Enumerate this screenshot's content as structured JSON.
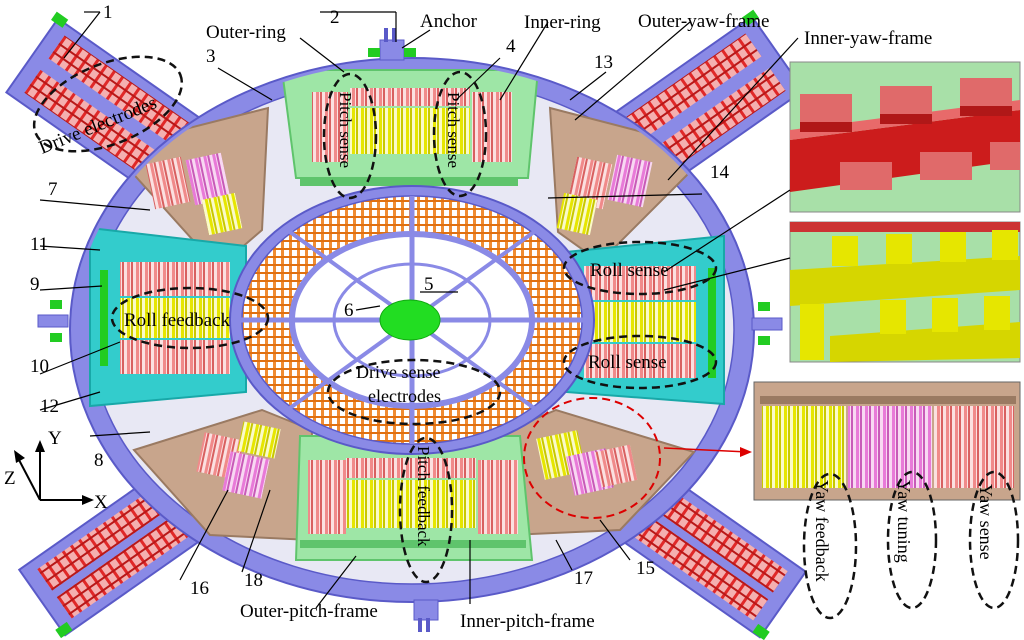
{
  "labels": {
    "anchor": "Anchor",
    "outer_ring": "Outer-ring",
    "inner_ring": "Inner-ring",
    "outer_yaw_frame": "Outer-yaw-frame",
    "inner_yaw_frame": "Inner-yaw-frame",
    "outer_pitch_frame": "Outer-pitch-frame",
    "inner_pitch_frame": "Inner-pitch-frame",
    "drive_electrodes": "Drive electrodes",
    "pitch_sense_left": "Pitch sense",
    "pitch_sense_right": "Pitch sense",
    "roll_sense_top": "Roll sense",
    "roll_sense_bottom": "Roll sense",
    "roll_feedback": "Roll feedback",
    "drive_sense_line1": "Drive sense",
    "drive_sense_line2": "electrodes",
    "pitch_feedback": "Pitch feedback",
    "yaw_feedback": "Yaw feedback",
    "yaw_tuning": "Yaw tuning",
    "yaw_sense": "Yaw sense"
  },
  "numbers": [
    "1",
    "2",
    "3",
    "4",
    "5",
    "6",
    "7",
    "8",
    "9",
    "10",
    "11",
    "12",
    "13",
    "14",
    "15",
    "16",
    "17",
    "18"
  ],
  "axes": {
    "x": "X",
    "y": "Y",
    "z": "Z"
  },
  "colors": {
    "ring": "#8a8ae6",
    "ring_dark": "#5a5ac8",
    "pitch_frame": "#9ee6a6",
    "pitch_frame_dark": "#5fc46c",
    "roll_frame": "#33cccc",
    "roll_frame_dark": "#18a8a8",
    "yaw_frame": "#c8a58c",
    "yaw_frame_dark": "#9a7a62",
    "drive_red": "#e02828",
    "sense_yellow": "#e6e600",
    "tuning_pink": "#e87ad8",
    "feedback_salmon": "#f08a8a",
    "inner_orange": "#f08c32",
    "anchor_green": "#22cc22",
    "center_green": "#22dd22",
    "highlight_red": "#dd0000"
  }
}
